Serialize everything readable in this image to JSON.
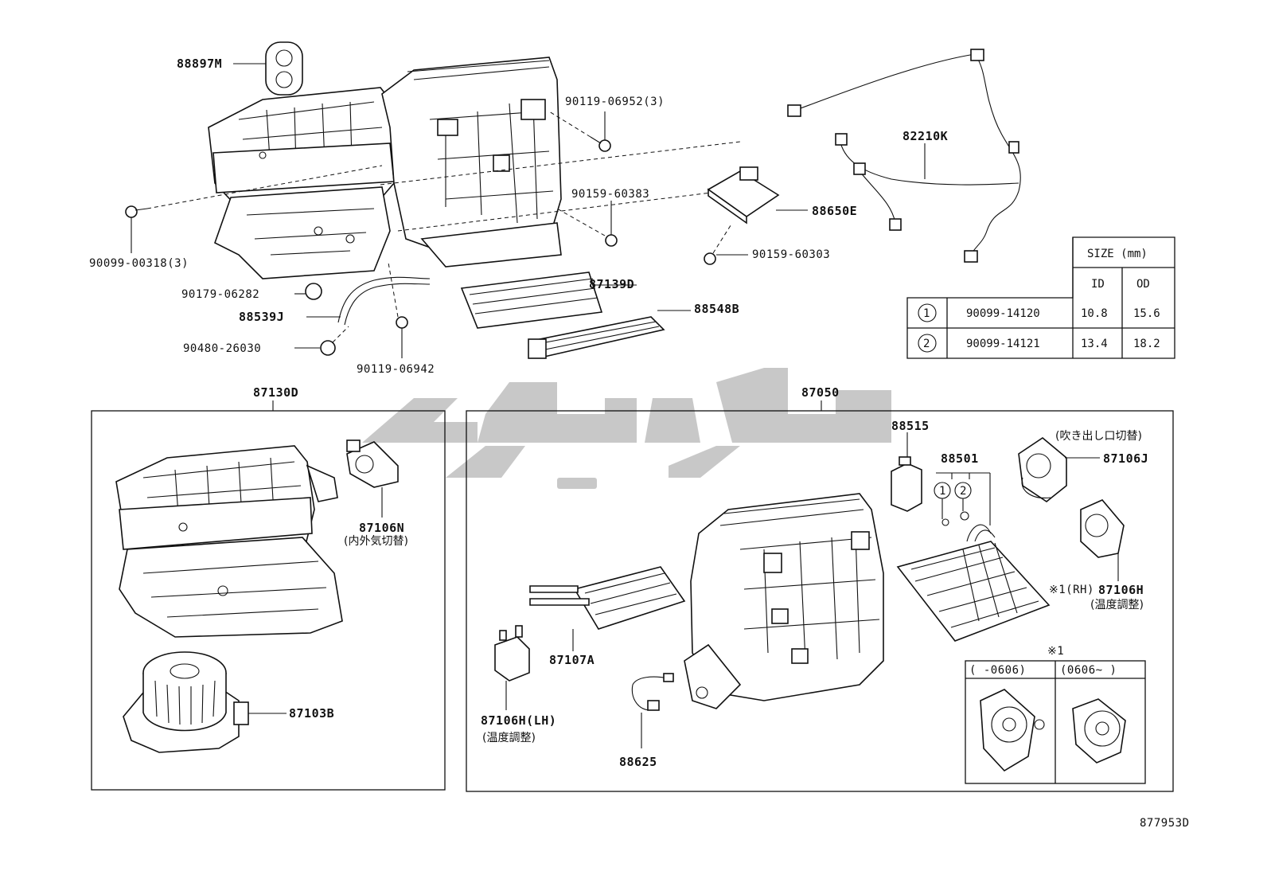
{
  "diagram_id": "877953D",
  "top_labels": {
    "p88897M": "88897M",
    "p90119_06952": "90119-06952(3)",
    "p82210K": "82210K",
    "p90159_60383": "90159-60383",
    "p88650E": "88650E",
    "p90159_60303": "90159-60303",
    "p90099_00318": "90099-00318(3)",
    "p87139D": "87139D",
    "p90179_06282": "90179-06282",
    "p88548B": "88548B",
    "p88539J": "88539J",
    "p90480_26030": "90480-26030",
    "p90119_06942": "90119-06942"
  },
  "size_table": {
    "header": "SIZE (mm)",
    "col_id": "ID",
    "col_od": "OD",
    "rows": [
      {
        "mark": "1",
        "part": "90099-14120",
        "id": "10.8",
        "od": "15.6"
      },
      {
        "mark": "2",
        "part": "90099-14121",
        "id": "13.4",
        "od": "18.2"
      }
    ]
  },
  "left_group": {
    "title": "87130D",
    "p87106N": "87106N",
    "p87106N_note": "(内外気切替)",
    "p87103B": "87103B"
  },
  "right_group": {
    "title": "87050",
    "p88515": "88515",
    "p88501": "88501",
    "mark1": "1",
    "mark2": "2",
    "p87106J_note": "(吹き出し口切替)",
    "p87106J": "87106J",
    "p87106H_rh_note": "※1(RH)",
    "p87106H": "87106H",
    "p87106H_note": "(温度調整)",
    "p87107A": "87107A",
    "p87106H_lh": "87106H(LH)",
    "p87106H_lh_note": "(温度調整)",
    "p88625": "88625",
    "inset_mark": "※1",
    "inset_left_hdr": "(      -0606)",
    "inset_right_hdr": "(0606~      )"
  },
  "icons": [
    "watermark-logo",
    "hvac-unit-icon",
    "blower-motor-icon",
    "heater-core-icon",
    "evaporator-icon",
    "servo-motor-icon",
    "cabin-filter-icon",
    "wire-harness-icon"
  ]
}
